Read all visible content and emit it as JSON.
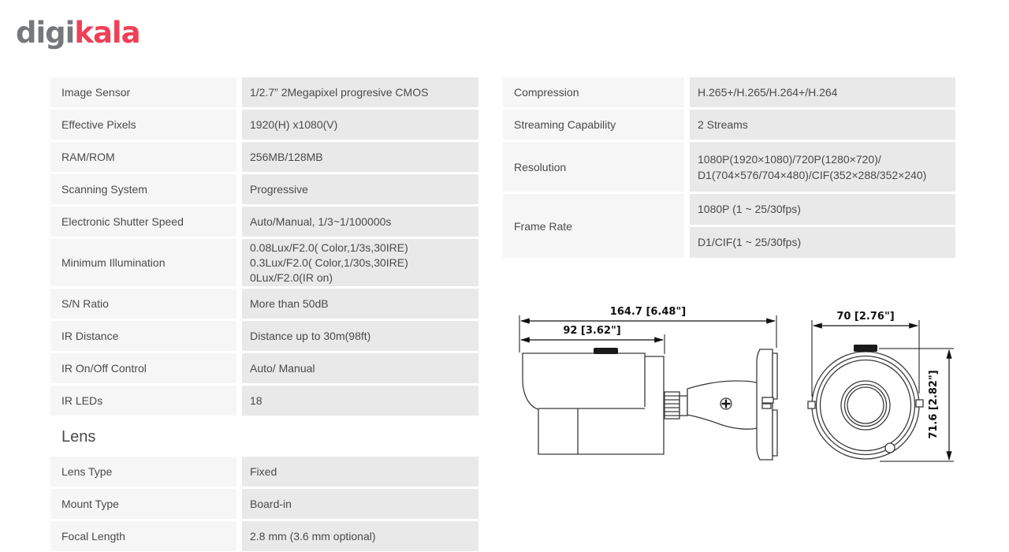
{
  "logo": {
    "part1": "digi",
    "part2": "kala"
  },
  "colors": {
    "brand_gray": "#77787b",
    "brand_red": "#ef4056",
    "label_cell_bg": "#f6f6f7",
    "value_cell_bg": "#e9e9ea",
    "text": "#4a4a4a"
  },
  "specs_left": {
    "rows": [
      {
        "label": "Image Sensor",
        "value": "1/2.7” 2Megapixel progresive CMOS"
      },
      {
        "label": "Effective Pixels",
        "value": "1920(H) x1080(V)"
      },
      {
        "label": "RAM/ROM",
        "value": "256MB/128MB"
      },
      {
        "label": "Scanning System",
        "value": "Progressive"
      },
      {
        "label": "Electronic Shutter Speed",
        "value": "Auto/Manual, 1/3~1/100000s"
      },
      {
        "label": "Minimum Illumination",
        "value": "0.08Lux/F2.0( Color,1/3s,30IRE)\n0.3Lux/F2.0( Color,1/30s,30IRE)\n0Lux/F2.0(IR on)"
      },
      {
        "label": "S/N Ratio",
        "value": "More than 50dB"
      },
      {
        "label": "IR Distance",
        "value": "Distance up to 30m(98ft)"
      },
      {
        "label": "IR On/Off Control",
        "value": "Auto/ Manual"
      },
      {
        "label": "IR LEDs",
        "value": "18"
      }
    ],
    "section_title": "Lens",
    "lens_rows": [
      {
        "label": "Lens Type",
        "value": "Fixed"
      },
      {
        "label": "Mount Type",
        "value": "Board-in"
      },
      {
        "label": "Focal Length",
        "value": "2.8 mm (3.6 mm optional)"
      }
    ]
  },
  "specs_right": {
    "rows": [
      {
        "label": "Compression",
        "value": "H.265+/H.265/H.264+/H.264"
      },
      {
        "label": "Streaming Capability",
        "value": "2 Streams"
      },
      {
        "label": "Resolution",
        "value": "1080P(1920×1080)/720P(1280×720)/\nD1(704×576/704×480)/CIF(352×288/352×240)"
      }
    ],
    "frame_rate": {
      "label": "Frame Rate",
      "values": [
        "1080P (1 ~ 25/30fps)",
        "D1/CIF(1 ~ 25/30fps)"
      ]
    }
  },
  "diagrams": {
    "side_view": {
      "total_length": "164.7 [6.48\"]",
      "body_length": "92 [3.62\"]"
    },
    "front_view": {
      "width": "70 [2.76\"]",
      "height": "71.6 [2.82\"]"
    }
  }
}
